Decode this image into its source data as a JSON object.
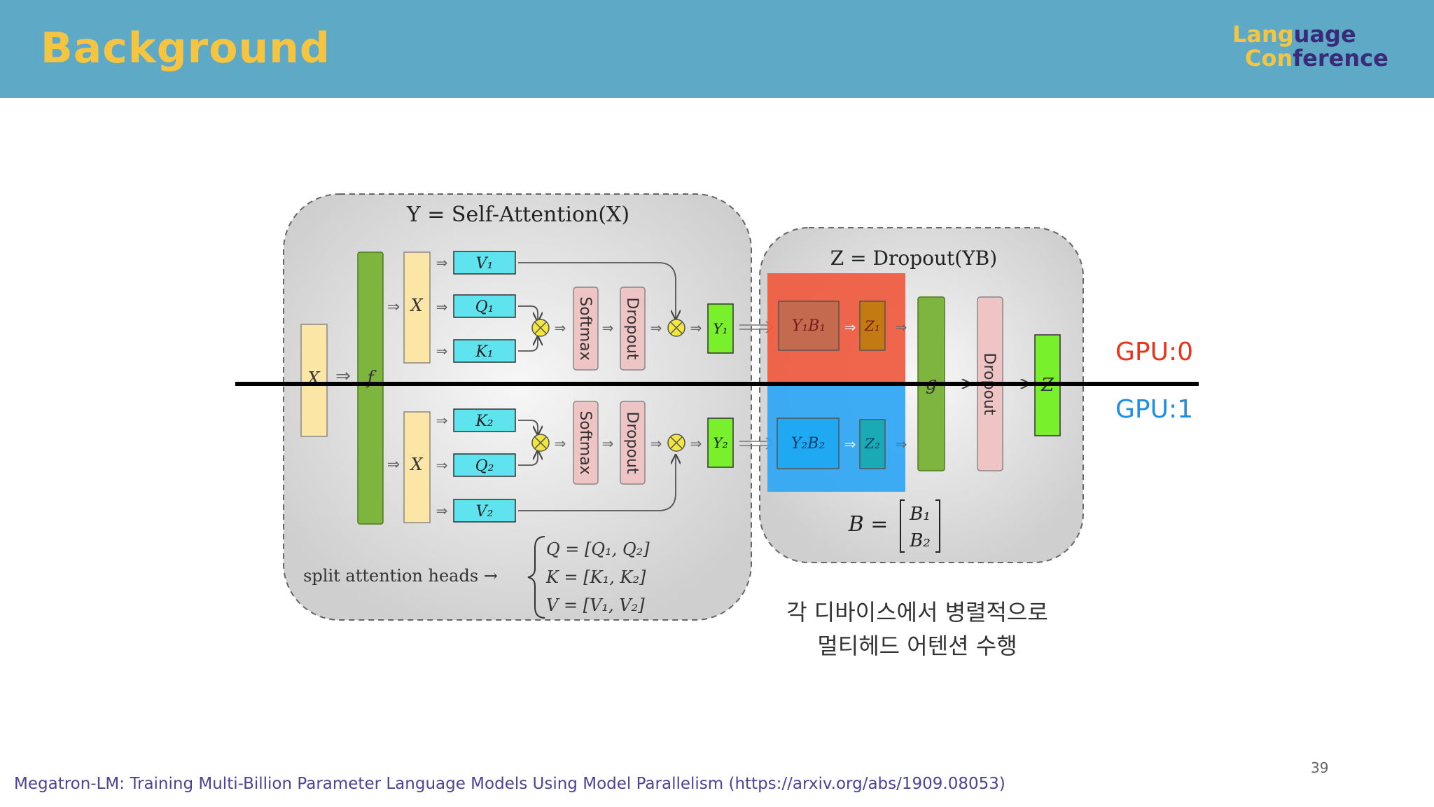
{
  "slide": {
    "title": "Background",
    "logo_line1_a": "Lang",
    "logo_line1_b": "uage",
    "logo_line2_a": "Con",
    "logo_line2_b": "ference",
    "page_number": "39",
    "citation": "Megatron-LM: Training Multi-Billion Parameter Language Models Using Model Parallelism (https://arxiv.org/abs/1909.08053)",
    "gpu_labels": [
      "GPU:0",
      "GPU:1"
    ],
    "caption_lines": [
      "각 디바이스에서 병렬적으로",
      "멀티헤드 어텐션 수행"
    ]
  },
  "diagram": {
    "attention_title": "Y = Self-Attention(X)",
    "dropout_title": "Z = Dropout(YB)",
    "input_x": "X",
    "f_label": "f",
    "g_label": "g",
    "x_label": "X",
    "v1": "V₁",
    "q1": "Q₁",
    "k1": "K₁",
    "k2": "K₂",
    "q2": "Q₂",
    "v2": "V₂",
    "softmax": "Softmax",
    "dropout": "Dropout",
    "y1": "Y₁",
    "y2": "Y₂",
    "y1b1": "Y₁B₁",
    "y2b2": "Y₂B₂",
    "z1": "Z₁",
    "z2": "Z₂",
    "z_out": "Z",
    "split_label": "split attention heads →",
    "split_eq1": "Q = [Q₁, Q₂]",
    "split_eq2": "K = [K₁, K₂]",
    "split_eq3": "V = [V₁, V₂]",
    "b_eq": "B =",
    "b1": "B₁",
    "b2": "B₂"
  }
}
